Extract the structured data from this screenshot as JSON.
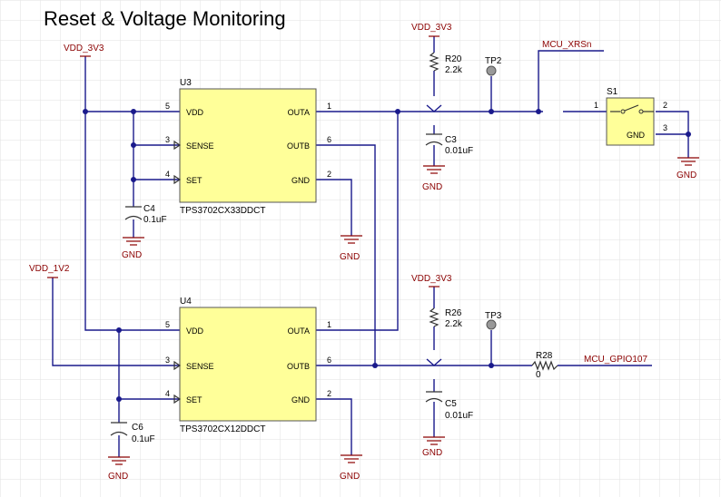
{
  "title": "Reset & Voltage Monitoring",
  "power": {
    "vdd_3v3_left": "VDD_3V3",
    "vdd_3v3_top": "VDD_3V3",
    "vdd_3v3_mid": "VDD_3V3",
    "vdd_1v2": "VDD_1V2"
  },
  "gnd": {
    "c4": "GND",
    "u3": "GND",
    "c3": "GND",
    "s1": "GND",
    "c6": "GND",
    "u4": "GND",
    "c5": "GND"
  },
  "nets": {
    "mcu_xrsn": "MCU_XRSn",
    "mcu_gpio107": "MCU_GPIO107"
  },
  "u3": {
    "ref": "U3",
    "part": "TPS3702CX33DDCT",
    "pins": {
      "vdd": "VDD",
      "sense": "SENSE",
      "set": "SET",
      "outa": "OUTA",
      "outb": "OUTB",
      "gnd": "GND",
      "n_vdd": "5",
      "n_sense": "3",
      "n_set": "4",
      "n_outa": "1",
      "n_outb": "6",
      "n_gnd": "2"
    }
  },
  "u4": {
    "ref": "U4",
    "part": "TPS3702CX12DDCT",
    "pins": {
      "vdd": "VDD",
      "sense": "SENSE",
      "set": "SET",
      "outa": "OUTA",
      "outb": "OUTB",
      "gnd": "GND",
      "n_vdd": "5",
      "n_sense": "3",
      "n_set": "4",
      "n_outa": "1",
      "n_outb": "6",
      "n_gnd": "2"
    }
  },
  "r20": {
    "ref": "R20",
    "value": "2.2k"
  },
  "r26": {
    "ref": "R26",
    "value": "2.2k"
  },
  "r28": {
    "ref": "R28",
    "value": "0"
  },
  "c3": {
    "ref": "C3",
    "value": "0.01uF"
  },
  "c4": {
    "ref": "C4",
    "value": "0.1uF"
  },
  "c5": {
    "ref": "C5",
    "value": "0.01uF"
  },
  "c6": {
    "ref": "C6",
    "value": "0.1uF"
  },
  "tp2": "TP2",
  "tp3": "TP3",
  "s1": {
    "ref": "S1",
    "gnd": "GND",
    "pin1": "1",
    "pin2": "2",
    "pin3": "3"
  }
}
